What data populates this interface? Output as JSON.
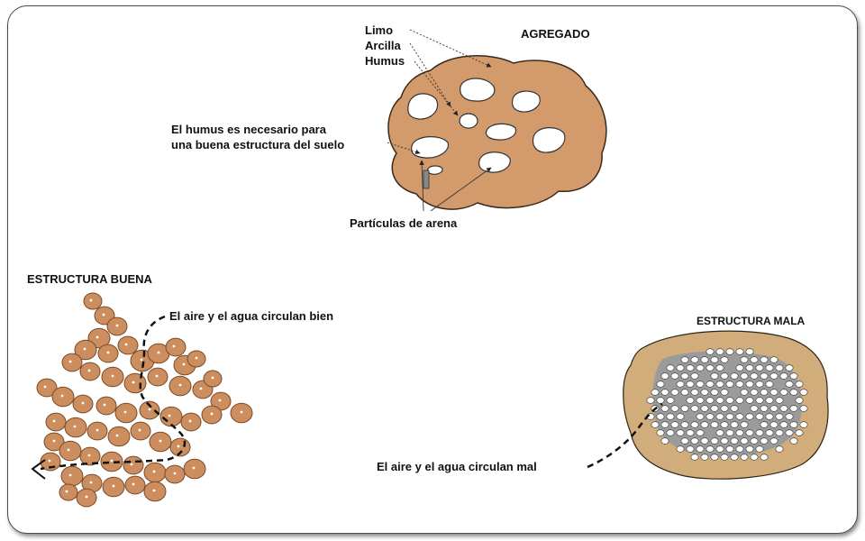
{
  "labels": {
    "agregado": "AGREGADO",
    "limo": "Limo",
    "arcilla": "Arcilla",
    "humus": "Humus",
    "humus_note_line1": "El humus es necesario para",
    "humus_note_line2": "una buena estructura del suelo",
    "particulas": "Partículas de arena",
    "estructura_buena": "ESTRUCTURA BUENA",
    "aire_bien": "El aire y el agua circulan bien",
    "estructura_mala": "ESTRUCTURA MALA",
    "aire_mal": "El aire y el agua circulan mal"
  },
  "colors": {
    "aggregate_fill": "#d39a6b",
    "good_particle_fill": "#cc8e5e",
    "bad_soil_fill": "#d2ad7c",
    "pore_gray": "#9b9b9b",
    "particle_white": "#ffffff",
    "text": "#111111"
  }
}
